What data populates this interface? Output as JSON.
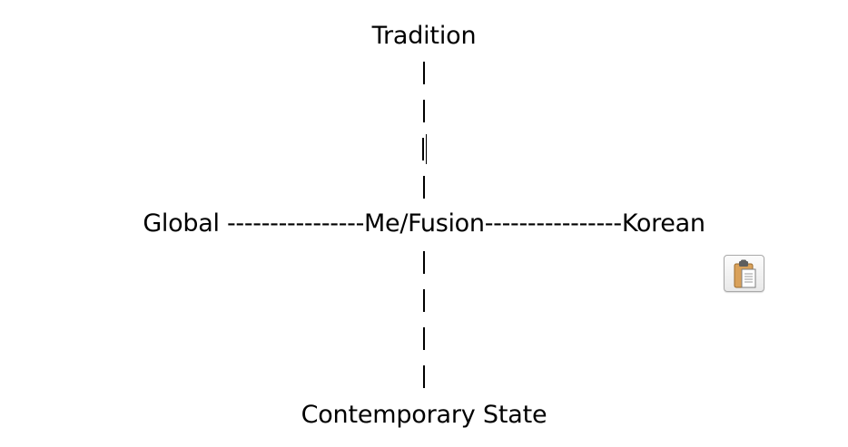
{
  "document": {
    "top_label": "Tradition",
    "bottom_label": "Contemporary State",
    "left_label": "Global",
    "center_label": "Me/Fusion",
    "right_label": "Korean",
    "left_connector": "----------------",
    "right_connector": "----------------"
  },
  "paste_options": {
    "icon": "clipboard-icon"
  }
}
